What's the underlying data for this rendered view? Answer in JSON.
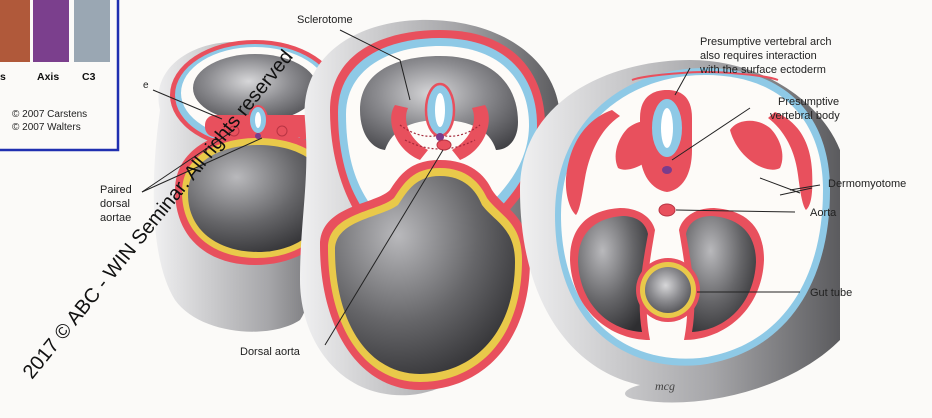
{
  "legend": {
    "labels": [
      "s",
      "Axis",
      "C3"
    ],
    "copyright_lines": [
      "© 2007 Carstens",
      "© 2007 Walters"
    ],
    "partial_label": "e",
    "swatch_colors": [
      "#b0593a",
      "#7b3f8d",
      "#9aa7b3"
    ]
  },
  "labels": {
    "sclerotome": "Sclerotome",
    "vertebral_arch": [
      "Presumptive vertebral arch",
      "also requires interaction",
      "with the surface ectoderm"
    ],
    "vertebral_body": [
      "Presumptive",
      "vertebral body"
    ],
    "dermomyotome": "Dermomyotome",
    "aorta": "Aorta",
    "gut_tube": "Gut tube",
    "paired_dorsal_aortae": [
      "Paired",
      "dorsal",
      "aortae"
    ],
    "dorsal_aorta": "Dorsal aorta",
    "artist_signature": "mcg"
  },
  "watermark": "2017 © ABC - WIN Seminar. All rights reserved",
  "colors": {
    "ectoderm_blue": "#8ec9e6",
    "mesoderm_red": "#e8505d",
    "endoderm_yellow": "#e9c94a",
    "body_gray": "#6c6c70",
    "frame_blue": "#1f2fb0",
    "notochord_purple": "#7a3c8c"
  }
}
